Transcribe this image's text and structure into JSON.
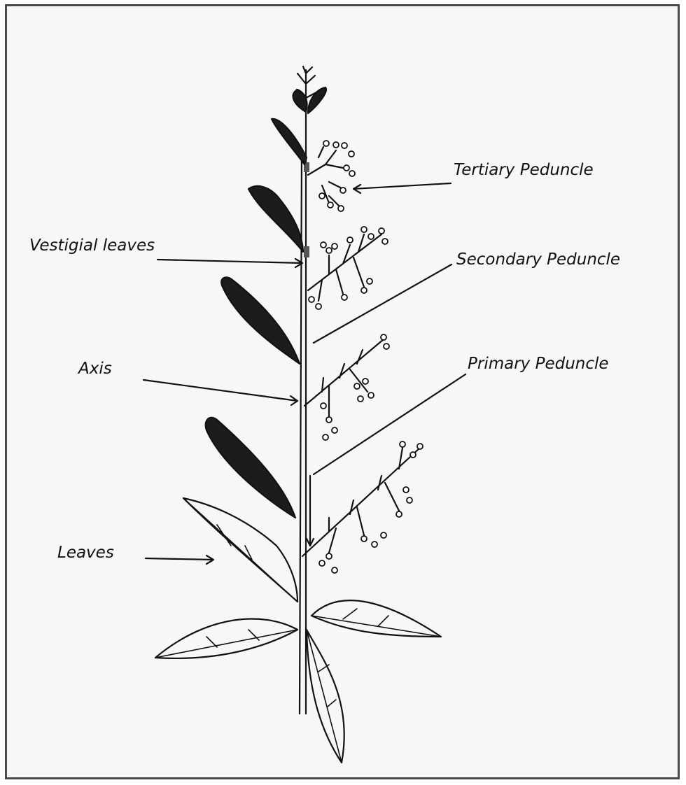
{
  "diagram": {
    "labels": {
      "tertiary": "Tertiary Peduncle",
      "secondary": "Secondary Peduncle",
      "primary": "Primary Peduncle",
      "vestigial": "Vestigial leaves",
      "axis": "Axis",
      "leaves": "Leaves"
    },
    "colors": {
      "ink": "#111111",
      "frame": "#4a4a4a",
      "paper": "#f7f7f6"
    }
  }
}
